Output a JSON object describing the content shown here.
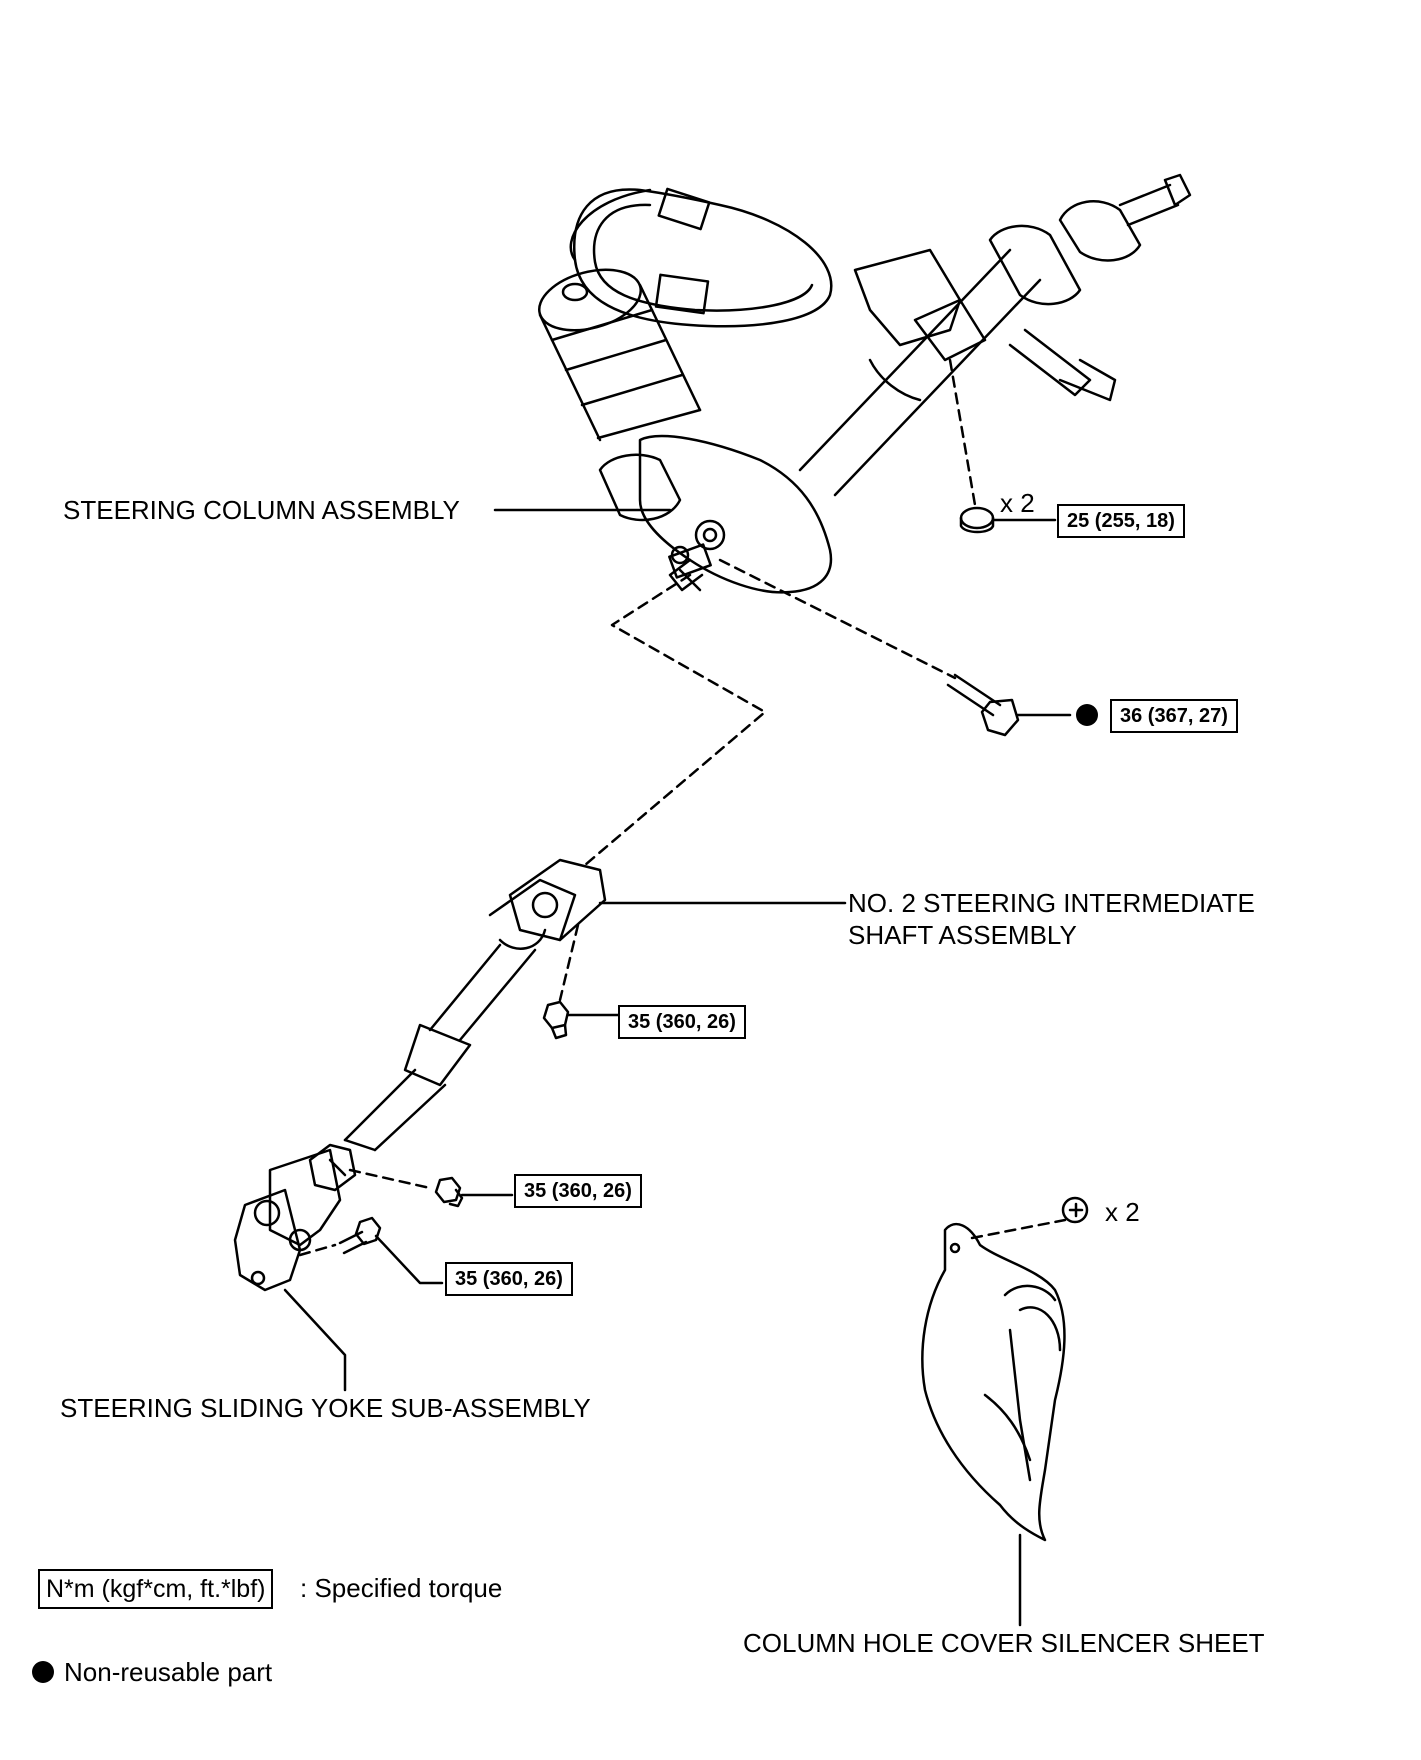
{
  "labels": {
    "column": "STEERING COLUMN ASSEMBLY",
    "intermediate_line1": "NO. 2 STEERING INTERMEDIATE",
    "intermediate_line2": "SHAFT ASSEMBLY",
    "yoke": "STEERING SLIDING YOKE SUB-ASSEMBLY",
    "silencer": "COLUMN HOLE COVER SILENCER SHEET"
  },
  "torques": {
    "column_nut": "25 (255, 18)",
    "column_bolt": "36 (367, 27)",
    "intermediate_bolt": "35 (360, 26)",
    "yoke_bolt_upper": "35 (360, 26)",
    "yoke_bolt_lower": "35 (360, 26)"
  },
  "quantities": {
    "column_nut": "x 2",
    "silencer_clip": "x 2"
  },
  "legend": {
    "torque_unit": "N*m (kgf*cm, ft.*lbf)",
    "torque_desc": ": Specified torque",
    "nonreusable_desc": "Non-reusable part"
  }
}
